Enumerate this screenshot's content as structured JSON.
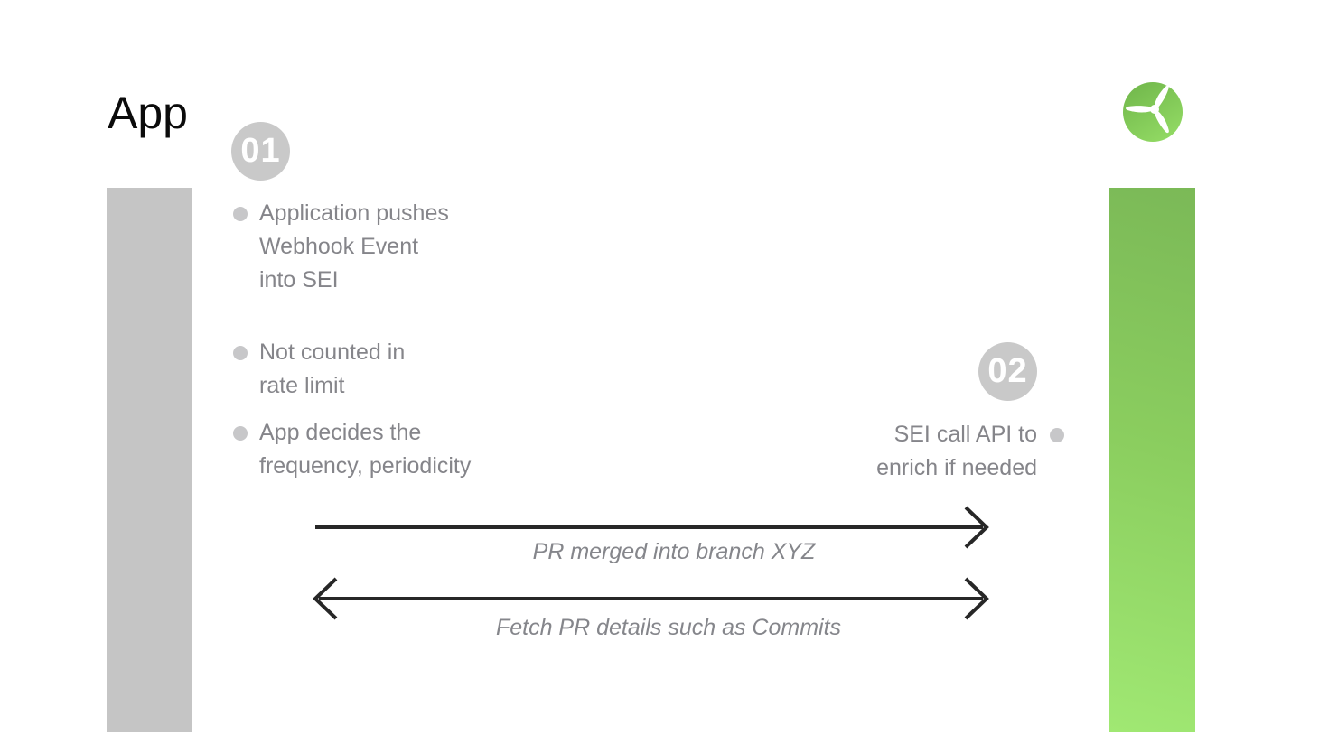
{
  "title": "App",
  "logo": {
    "icon": "turbine-icon"
  },
  "steps": {
    "step1": {
      "number": "01",
      "bullets": [
        "Application pushes\nWebhook Event\ninto SEI",
        "Not counted in\nrate limit",
        "App decides the\nfrequency, periodicity"
      ]
    },
    "step2": {
      "number": "02",
      "bullets": [
        "SEI call API to\nenrich if needed"
      ]
    }
  },
  "arrows": {
    "forward": {
      "label": "PR merged into branch XYZ",
      "direction": "right"
    },
    "backward": {
      "label": "Fetch PR details such as Commits",
      "direction": "both"
    }
  },
  "colors": {
    "green_top": "#7bb957",
    "green_bottom": "#a0e873",
    "logo_green_light": "#8ad160",
    "logo_green_dark": "#64aa41",
    "bar_gray": "#c5c5c5",
    "badge_gray": "#c9c9c9",
    "dot_gray": "#c7c7c9",
    "text_gray": "#85858a",
    "title_black": "#0b0b0b",
    "arrow_black": "#272727"
  }
}
